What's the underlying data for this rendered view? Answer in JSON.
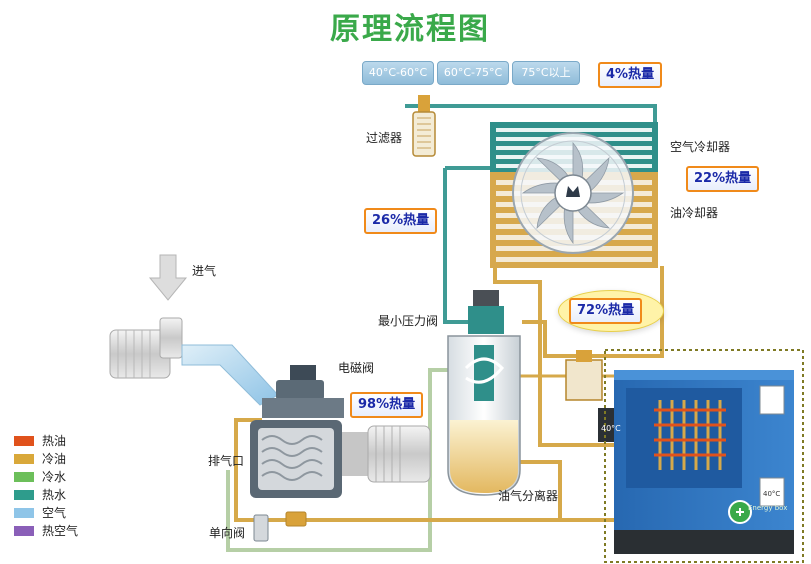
{
  "title": "原理流程图",
  "temperature_ranges": [
    "40°C-60°C",
    "60°C-75°C",
    "75°C以上"
  ],
  "components": {
    "filter": "过滤器",
    "air_cooler": "空气冷却器",
    "oil_cooler": "油冷却器",
    "intake": "进气",
    "min_pressure_valve": "最小压力阀",
    "solenoid_valve": "电磁阀",
    "exhaust_port": "排气口",
    "check_valve": "单向阀",
    "oil_gas_separator": "油气分离器"
  },
  "heat_labels": {
    "top": "4%热量",
    "air_cooler": "22%热量",
    "separator_line": "26%热量",
    "recovery": "72%热量",
    "compressor": "98%热量"
  },
  "legend": [
    {
      "label": "热油",
      "color": "#e0521c"
    },
    {
      "label": "冷油",
      "color": "#d9a83a"
    },
    {
      "label": "冷水",
      "color": "#6cbf5a"
    },
    {
      "label": "热水",
      "color": "#2e9c8c"
    },
    {
      "label": "空气",
      "color": "#8fc5e8"
    },
    {
      "label": "热空气",
      "color": "#8a5fb8"
    }
  ],
  "colors": {
    "pipe_air": "#3f9b95",
    "pipe_oil": "#d6a94a",
    "pipe_water": "#a9c79a",
    "cabinet": "#2f6fb5",
    "callout_border": "#f08a1a",
    "title": "#3aa94a"
  },
  "cabinet": {
    "display_readouts": [
      "40°C",
      "40°C"
    ],
    "brand_badge": "Energy box"
  }
}
